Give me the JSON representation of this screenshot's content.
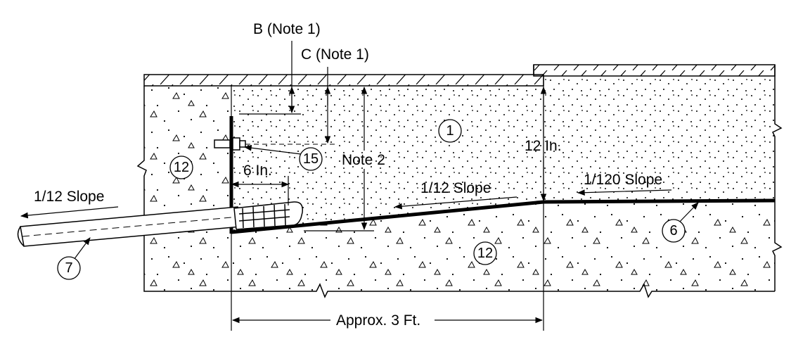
{
  "labels": {
    "b_note": "B (Note 1)",
    "c_note": "C (Note 1)",
    "note2": "Note 2",
    "twelve_in": "12 In.",
    "six_in": "6 In.",
    "slope_left": "1/12 Slope",
    "slope_mid": "1/12 Slope",
    "slope_right": "1/120 Slope",
    "approx_3ft": "Approx. 3 Ft."
  },
  "callouts": {
    "c1": "1",
    "c6": "6",
    "c7": "7",
    "c12_left": "12",
    "c12_bottom": "12",
    "c15": "15"
  },
  "colors": {
    "line": "#000000",
    "background": "#ffffff"
  }
}
